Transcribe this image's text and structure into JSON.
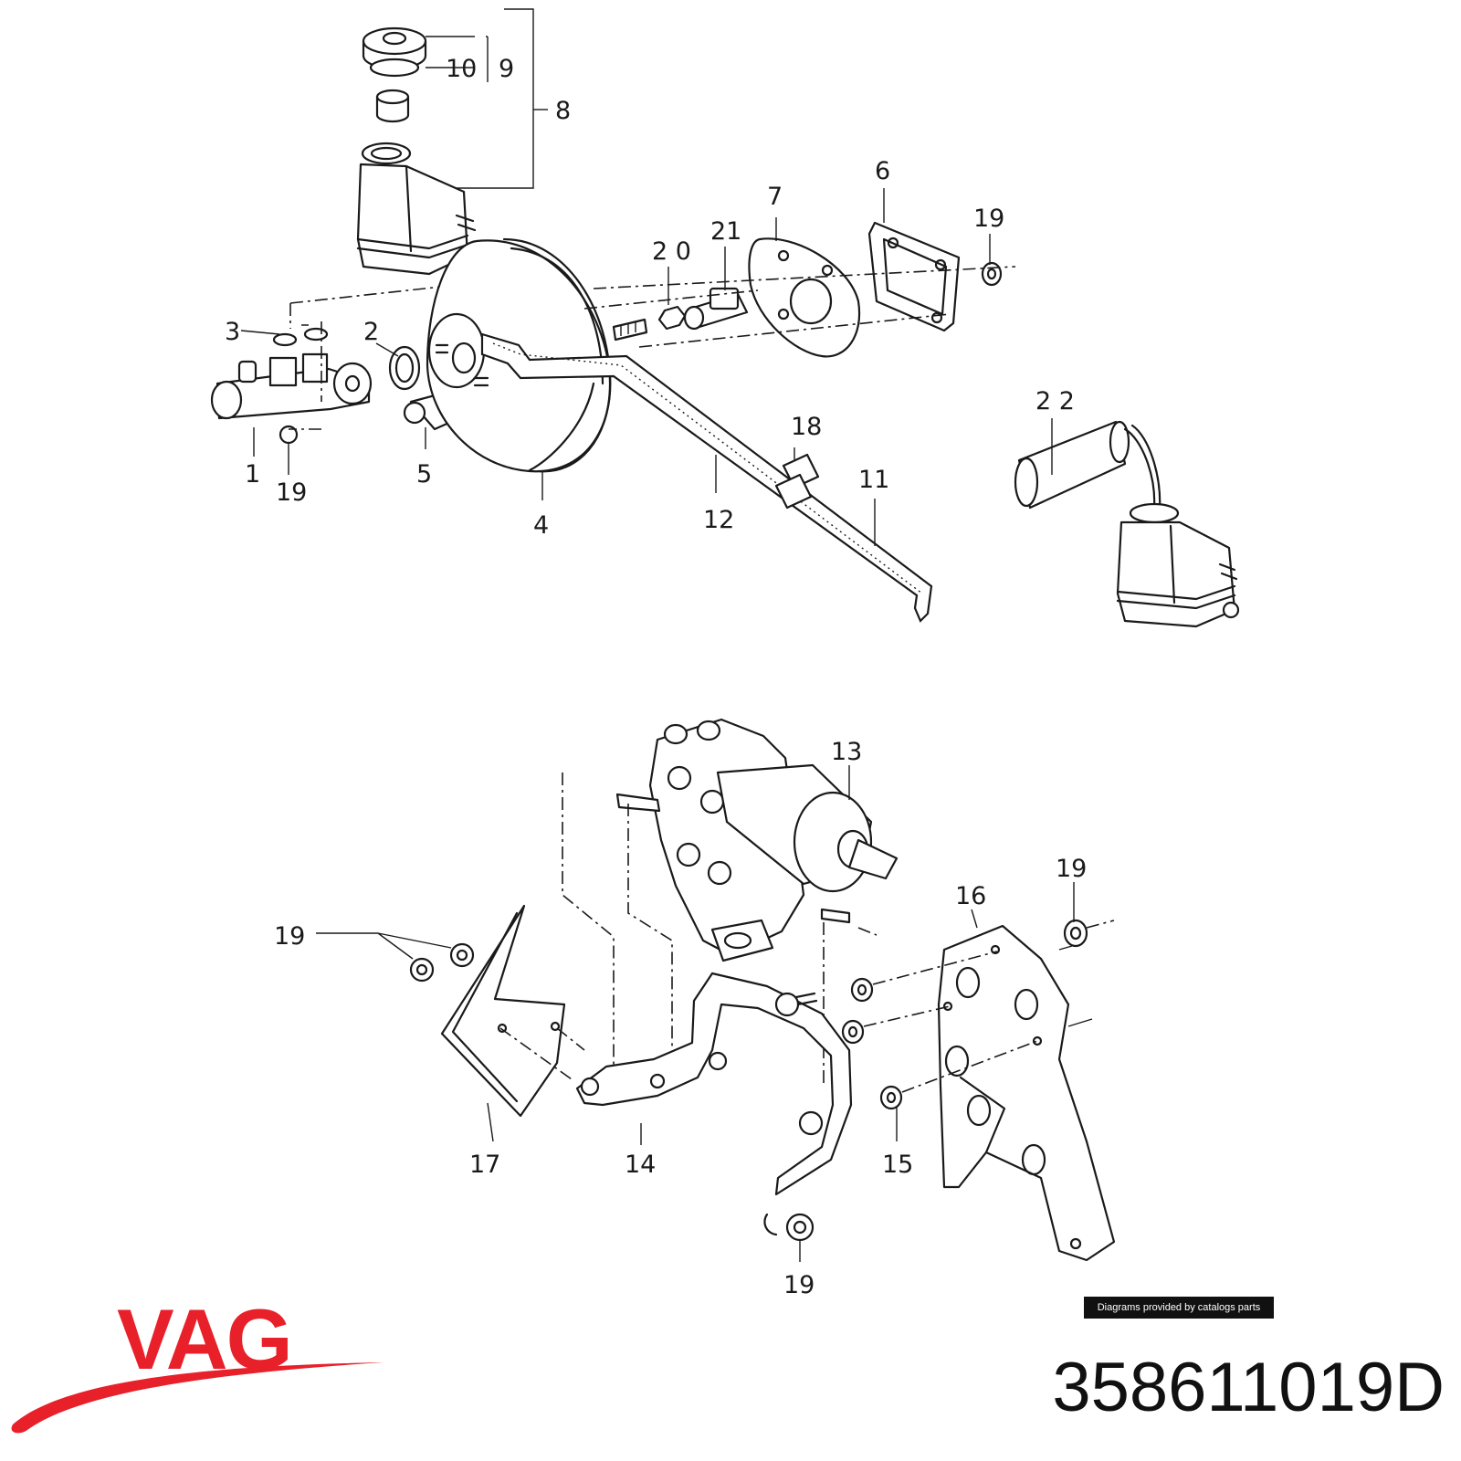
{
  "diagram": {
    "callouts": {
      "c1": "1",
      "c2": "2",
      "c3": "3",
      "c4": "4",
      "c5": "5",
      "c6": "6",
      "c7": "7",
      "c8": "8",
      "c9": "9",
      "c10": "10",
      "c11": "11",
      "c12": "12",
      "c13": "13",
      "c14": "14",
      "c15": "15",
      "c16": "16",
      "c17": "17",
      "c18": "18",
      "c19a": "19",
      "c19b": "19",
      "c19c": "19",
      "c19d": "19",
      "c19e": "19",
      "c20": "2 0",
      "c21": "21",
      "c22": "2 2"
    }
  },
  "credit": "Diagrams provided by catalogs parts",
  "brand": {
    "name": "VAG",
    "color": "#e8202a"
  },
  "part_number": "358611019D"
}
